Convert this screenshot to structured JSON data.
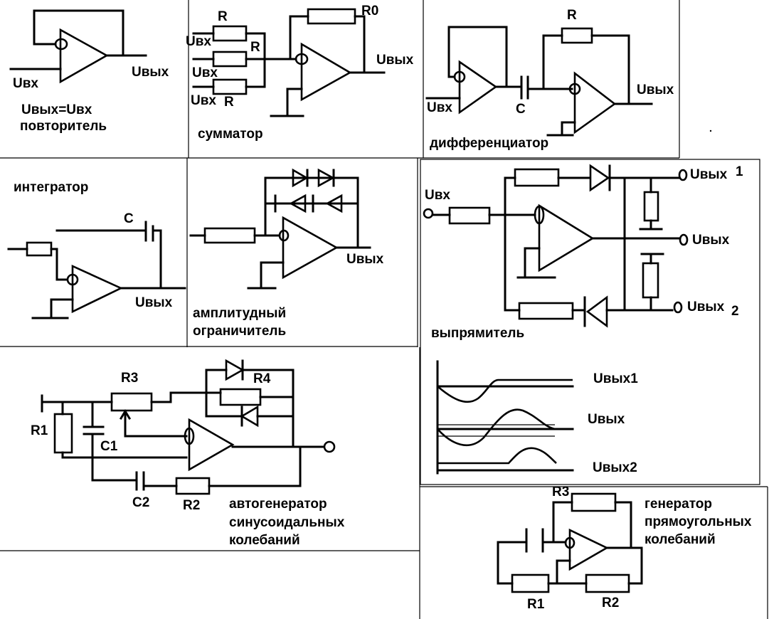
{
  "follower": {
    "uin": "Uвх",
    "uout": "Uвых",
    "formula": "Uвых=Uвх",
    "caption": "повторитель"
  },
  "summator": {
    "r_top": "R",
    "r_mid": "R",
    "r_bot": "R",
    "r0": "R0",
    "uin1": "Uвх",
    "uin2": "Uвх",
    "uin3": "Uвх",
    "uout": "Uвых",
    "caption": "сумматор"
  },
  "differentiator": {
    "r": "R",
    "c": "C",
    "uin": "Uвх",
    "uout": "Uвых",
    "caption": "дифференциатор"
  },
  "integrator": {
    "caption": "интегратор",
    "c": "C",
    "uout": "Uвых"
  },
  "limiter": {
    "uout": "Uвых",
    "caption1": "амплитудный",
    "caption2": "ограничитель"
  },
  "rectifier": {
    "uin": "Uвх",
    "uout1": "Uвых",
    "uout1_sub": "1",
    "uout": "Uвых",
    "uout2": "Uвых",
    "uout2_sub": "2",
    "caption": "выпрямитель",
    "wave_label1": "Uвых1",
    "wave_label_mid": "Uвых",
    "wave_label2": "Uвых2"
  },
  "oscillator": {
    "r1": "R1",
    "r2": "R2",
    "r3": "R3",
    "r4": "R4",
    "c1": "C1",
    "c2": "C2",
    "caption1": "автогенератор",
    "caption2": "синусоидальных",
    "caption3": "колебаний"
  },
  "square_gen": {
    "r1": "R1",
    "r2": "R2",
    "r3": "R3",
    "caption1": "генератор",
    "caption2": "прямоугольных",
    "caption3": "колебаний"
  }
}
